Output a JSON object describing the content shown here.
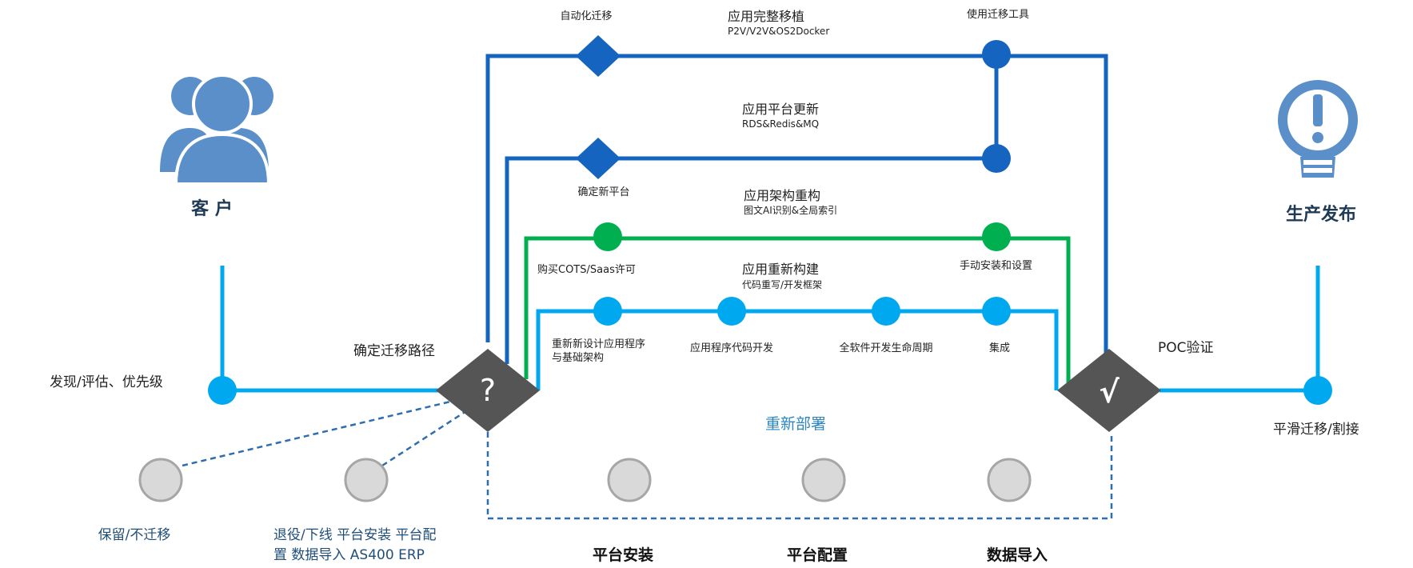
{
  "colors": {
    "dark_blue": "#1565c0",
    "green": "#00b050",
    "light_blue": "#00a8f0",
    "dashed_blue": "#2e6db0",
    "gray_node": "#d9d9d9",
    "diamond": "#555555",
    "icon_blue": "#5b8fc9"
  },
  "icons": {
    "customer": "users-icon",
    "release": "lightbulb-exclamation-icon"
  },
  "left": {
    "customer_label": "客 户",
    "discover_label": "发现/评估、优先级",
    "determine_path_label": "确定迁移路径",
    "question_mark": "?"
  },
  "right": {
    "release_label": "生产发布",
    "poc_label": "POC验证",
    "check_mark": "√",
    "cutover_label": "平滑迁移/割接"
  },
  "paths": {
    "rehost": {
      "node_label": "自动化迁移",
      "title": "应用完整移植",
      "subtitle": "P2V/V2V&OS2Docker",
      "tool_label": "使用迁移工具"
    },
    "replatform": {
      "title": "应用平台更新",
      "subtitle": "RDS&Redis&MQ",
      "node_label": "确定新平台"
    },
    "repurchase": {
      "title": "应用架构重构",
      "subtitle": "图文AI识别&全局索引",
      "left_label": "购买COTS/Saas许可",
      "right_label": "手动安装和设置"
    },
    "rebuild": {
      "title": "应用重新构建",
      "subtitle": "代码重写/开发框架",
      "steps": [
        "重新新设计应用程序",
        "与基础架构",
        "应用程序代码开发",
        "全软件开发生命周期",
        "集成"
      ]
    }
  },
  "redeploy": {
    "label": "重新部署",
    "steps": [
      "平台安装",
      "平台配置",
      "数据导入"
    ]
  },
  "retain": {
    "retain_label": "保留/不迁移",
    "retire_line1": "退役/下线 平台安装 平台配",
    "retire_line2": "置 数据导入 AS400 ERP"
  }
}
